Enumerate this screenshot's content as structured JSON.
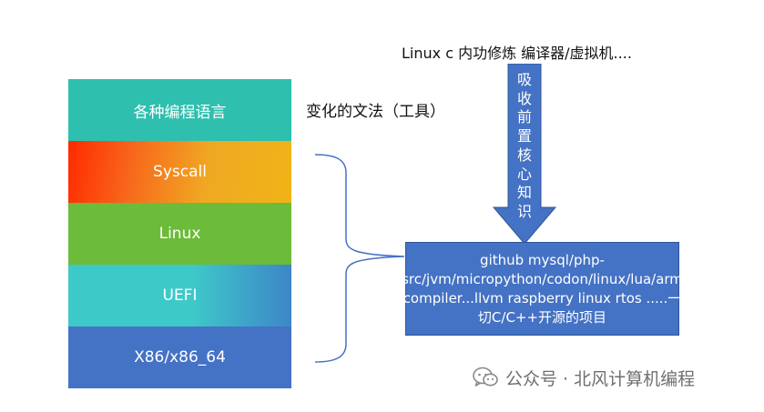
{
  "stack": {
    "layers": [
      {
        "label": "各种编程语言"
      },
      {
        "label": "Syscall"
      },
      {
        "label": "Linux"
      },
      {
        "label": "UEFI"
      },
      {
        "label": "X86/x86_64"
      }
    ]
  },
  "notes": {
    "changing_syntax": "变化的文法（工具）",
    "header": "Linux c 内功修炼  编译器/虚拟机...."
  },
  "arrow": {
    "text": "吸收前置核心知识"
  },
  "projects": {
    "text": "github mysql/php-src/jvm/micropython/codon/linux/lua/arm compiler...llvm raspberry linux rtos .....一切C/C++开源的项目"
  },
  "watermark": {
    "icon": "wechat-icon",
    "text": "公众号 · 北风计算机编程"
  },
  "colors": {
    "lang": "#2fbfae",
    "syscall_start": "#ff2a00",
    "syscall_end": "#f0b417",
    "linux": "#6cbb3a",
    "uefi_start": "#3ec9c9",
    "uefi_end": "#3d86c8",
    "x86": "#4472c4",
    "arrow": "#4472c4",
    "brace": "#4472c4"
  }
}
